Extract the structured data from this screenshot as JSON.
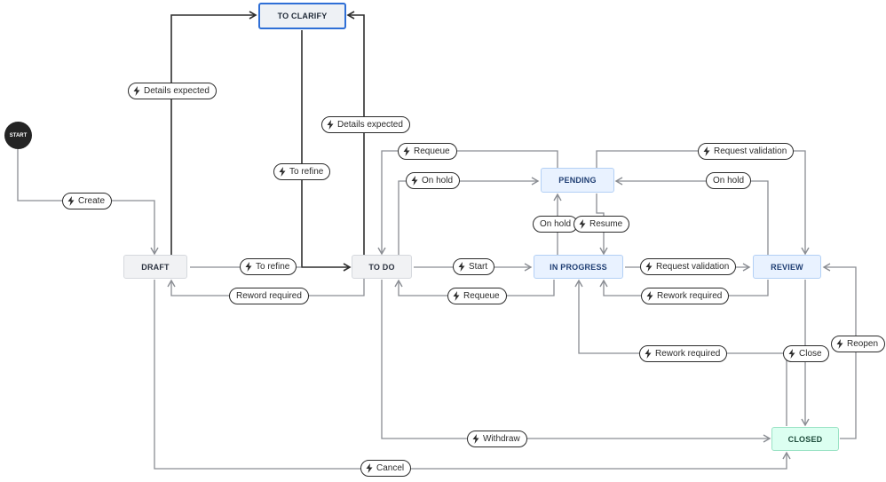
{
  "start_label": "START",
  "statuses": {
    "to_clarify": "TO CLARIFY",
    "draft": "DRAFT",
    "to_do": "TO DO",
    "pending": "PENDING",
    "in_progress": "IN PROGRESS",
    "review": "REVIEW",
    "closed": "CLOSED"
  },
  "transitions": {
    "create": "Create",
    "details_expected_left": "Details expected",
    "details_expected_right": "Details expected",
    "to_refine_vertical": "To refine",
    "to_refine_draft": "To refine",
    "reword_required": "Reword required",
    "requeue_top": "Requeue",
    "on_hold_left": "On hold",
    "start": "Start",
    "requeue_bottom": "Requeue",
    "on_hold_mid": "On hold",
    "resume": "Resume",
    "request_validation_mid": "Request validation",
    "request_validation_top": "Request validation",
    "on_hold_right": "On hold",
    "rework_required_mid": "Rework required",
    "rework_required_low": "Rework required",
    "close": "Close",
    "reopen": "Reopen",
    "withdraw": "Withdraw",
    "cancel": "Cancel"
  },
  "colors": {
    "line_dark": "#2f2f2f",
    "line_gray": "#8a8d93",
    "selected_border": "#2f6fd6"
  },
  "icons": {
    "transition": "lightning-bolt-icon"
  }
}
